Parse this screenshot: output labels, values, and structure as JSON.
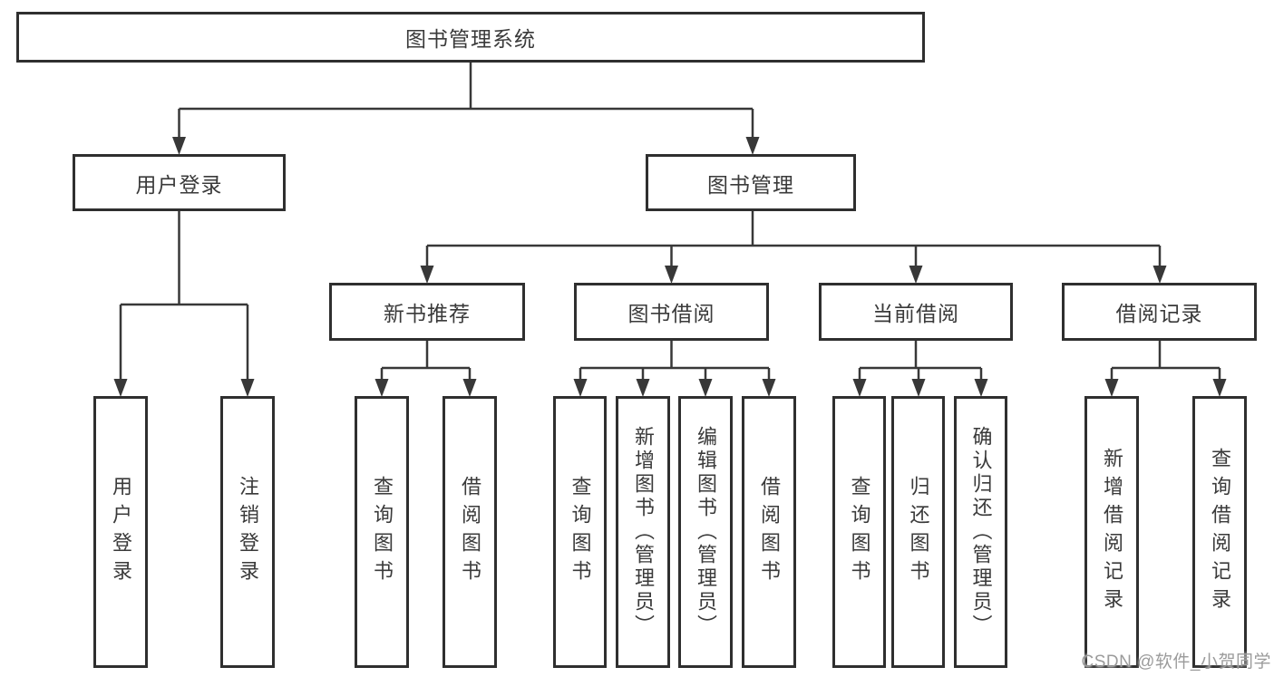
{
  "diagram": {
    "root": {
      "label": "图书管理系统"
    },
    "level2": [
      {
        "id": "user-login",
        "label": "用户登录"
      },
      {
        "id": "book-management",
        "label": "图书管理"
      }
    ],
    "level3": [
      {
        "id": "new-book-recommend",
        "label": "新书推荐"
      },
      {
        "id": "book-borrow",
        "label": "图书借阅"
      },
      {
        "id": "current-borrow",
        "label": "当前借阅"
      },
      {
        "id": "borrow-records",
        "label": "借阅记录"
      }
    ],
    "leaves": [
      {
        "id": "leaf-user-login",
        "parent": "user-login",
        "label": "用户登录"
      },
      {
        "id": "leaf-logout",
        "parent": "user-login",
        "label": "注销登录"
      },
      {
        "id": "leaf-query-books-recommend",
        "parent": "new-book-recommend",
        "label": "查询图书"
      },
      {
        "id": "leaf-borrow-books-recommend",
        "parent": "new-book-recommend",
        "label": "借阅图书"
      },
      {
        "id": "leaf-query-books-borrow",
        "parent": "book-borrow",
        "label": "查询图书"
      },
      {
        "id": "leaf-add-books-admin",
        "parent": "book-borrow",
        "label": "新增图书（管理员）"
      },
      {
        "id": "leaf-edit-books-admin",
        "parent": "book-borrow",
        "label": "编辑图书（管理员）"
      },
      {
        "id": "leaf-borrow-books",
        "parent": "book-borrow",
        "label": "借阅图书"
      },
      {
        "id": "leaf-query-books-current",
        "parent": "current-borrow",
        "label": "查询图书"
      },
      {
        "id": "leaf-return-books",
        "parent": "current-borrow",
        "label": "归还图书"
      },
      {
        "id": "leaf-confirm-return-admin",
        "parent": "current-borrow",
        "label": "确认归还（管理员）"
      },
      {
        "id": "leaf-add-borrow-record",
        "parent": "borrow-records",
        "label": "新增借阅记录"
      },
      {
        "id": "leaf-query-borrow-record",
        "parent": "borrow-records",
        "label": "查询借阅记录"
      }
    ]
  },
  "watermark": {
    "text": "CSDN @软件_小贺同学"
  },
  "colors": {
    "background": "#ffffff",
    "box_border": "#2f2f2f",
    "line": "#383838",
    "text": "#3a3a3a",
    "watermark": "#9b9b9b"
  }
}
